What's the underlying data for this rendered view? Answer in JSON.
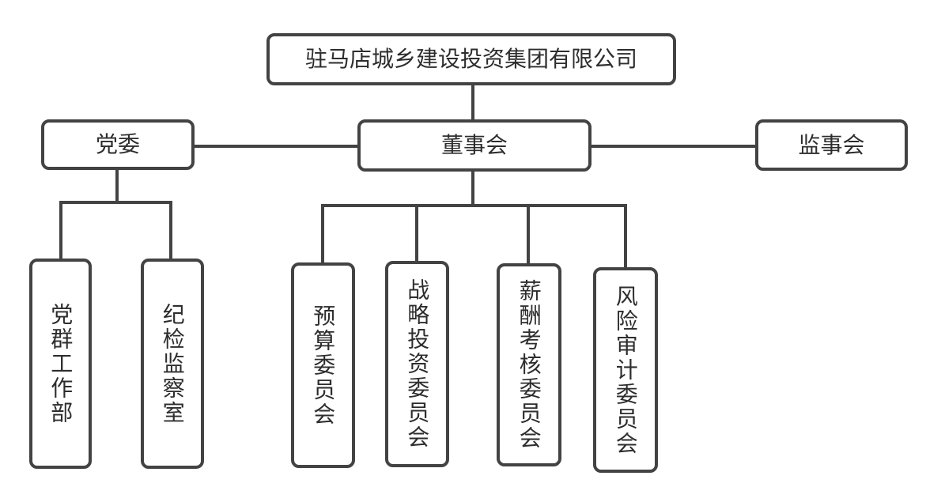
{
  "org": {
    "root": {
      "label": "驻马店城乡建设投资集团有限公司"
    },
    "level2": [
      {
        "label": "党委"
      },
      {
        "label": "董事会"
      },
      {
        "label": "监事会"
      }
    ],
    "party_children": [
      {
        "label": "党群工作部"
      },
      {
        "label": "纪检监察室"
      }
    ],
    "board_children": [
      {
        "label": "预算委员会"
      },
      {
        "label": "战略投资委员会"
      },
      {
        "label": "薪酬考核委员会"
      },
      {
        "label": "风险审计委员会"
      }
    ]
  },
  "colors": {
    "line": "#434343",
    "text": "#2d2d2d",
    "box_fill": "#ffffff",
    "background": "#ffffff"
  }
}
